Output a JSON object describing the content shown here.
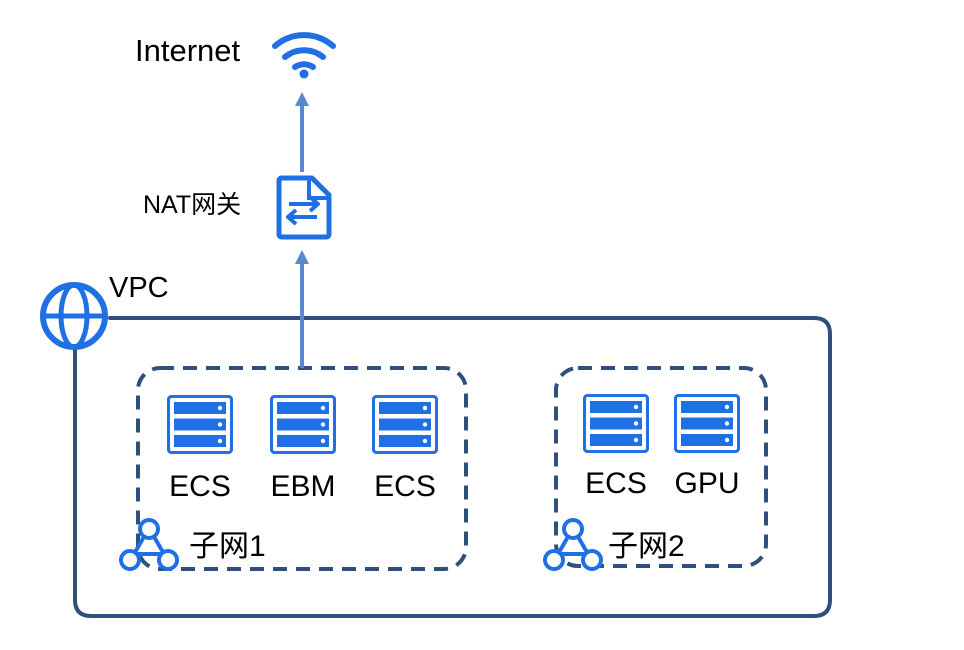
{
  "colors": {
    "icon_blue": "#1f6fe5",
    "border_navy": "#2f4f7c",
    "arrow_blue": "#5b88cc",
    "text": "#000000"
  },
  "labels": {
    "internet": "Internet",
    "nat_gateway": "NAT网关",
    "vpc": "VPC",
    "subnet1": "子网1",
    "subnet2": "子网2"
  },
  "subnet1": {
    "servers": [
      {
        "label": "ECS",
        "icon": "server-icon"
      },
      {
        "label": "EBM",
        "icon": "server-icon"
      },
      {
        "label": "ECS",
        "icon": "server-icon"
      }
    ]
  },
  "subnet2": {
    "servers": [
      {
        "label": "ECS",
        "icon": "server-icon"
      },
      {
        "label": "GPU",
        "icon": "server-icon"
      }
    ]
  },
  "icons": {
    "internet": "wifi-icon",
    "nat": "nat-gateway-icon",
    "vpc": "globe-icon",
    "subnet": "subnet-network-icon"
  }
}
